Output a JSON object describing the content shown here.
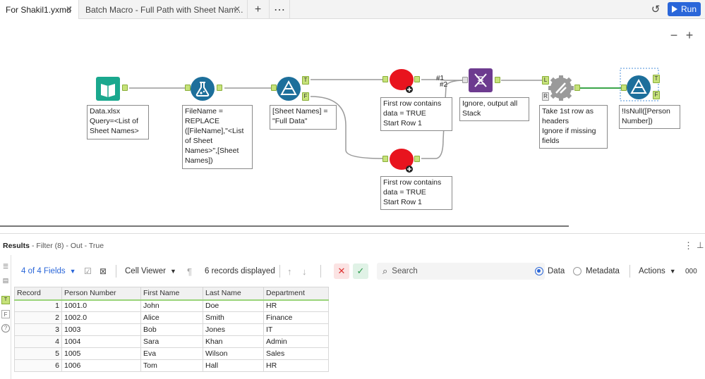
{
  "tabs": [
    {
      "label": "For Shakil1.yxmd"
    },
    {
      "label": "Batch Macro - Full Path with Sheet Nam..."
    }
  ],
  "run_label": "Run",
  "canvas": {
    "notes": {
      "input": "Data.xlsx\nQuery=<List of\nSheet Names>",
      "formula": "FileName =\nREPLACE\n([FileName],\"<List\nof Sheet\nNames>\",[Sheet\nNames])",
      "filter1": "[Sheet Names] =\n\"Full Data\"",
      "dynamic_top": "First row contains\ndata = TRUE\nStart Row 1",
      "dynamic_bottom": "First row contains\ndata = TRUE\nStart Row 1",
      "union": "Ignore, output all\nStack",
      "dynamic_rename": "Take 1st row as\nheaders\nIgnore if missing\nfields",
      "filter2": "!IsNull([Person\nNumber])"
    },
    "union_labels": [
      "#1",
      "#2"
    ]
  },
  "results": {
    "title": "Results",
    "subtitle": "- Filter (8) - Out - True"
  },
  "toolbar": {
    "fields": "4 of 4 Fields",
    "viewer": "Cell Viewer",
    "records": "6 records displayed",
    "search_placeholder": "Search",
    "data_label": "Data",
    "metadata_label": "Metadata",
    "actions": "Actions",
    "more": "000"
  },
  "table": {
    "headers": [
      "Record",
      "Person Number",
      "First Name",
      "Last Name",
      "Department"
    ],
    "rows": [
      [
        "1",
        "1001.0",
        "John",
        "Doe",
        "HR"
      ],
      [
        "2",
        "1002.0",
        "Alice",
        "Smith",
        "Finance"
      ],
      [
        "3",
        "1003",
        "Bob",
        "Jones",
        "IT"
      ],
      [
        "4",
        "1004",
        "Sara",
        "Khan",
        "Admin"
      ],
      [
        "5",
        "1005",
        "Eva",
        "Wilson",
        "Sales"
      ],
      [
        "6",
        "1006",
        "Tom",
        "Hall",
        "HR"
      ]
    ]
  },
  "colors": {
    "accent": "#2a66d9",
    "input_tool": "#1aa88e",
    "prep_tool": "#1d6f9b",
    "dynamic_input": "#e8141e",
    "union_tool": "#6d3b8f",
    "parse_tool": "#9a9a9a",
    "anchor": "#c6e27a"
  }
}
